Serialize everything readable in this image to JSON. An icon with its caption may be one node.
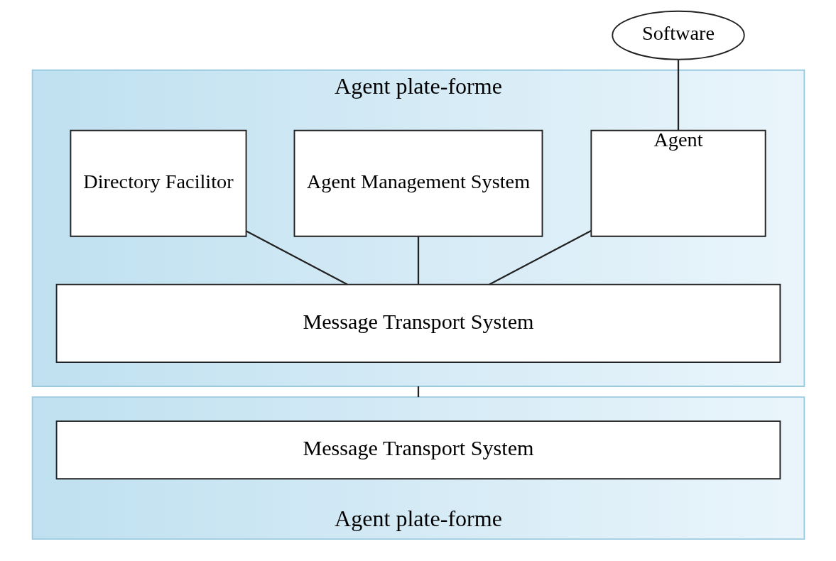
{
  "diagram": {
    "nodes": [
      {
        "text": [
          "Software"
        ]
      },
      {
        "text": [
          "Agent plate-forme"
        ]
      },
      {
        "text": [
          "Agent"
        ],
        "in": 1
      },
      {
        "text": [
          "Agent Management System"
        ],
        "in": 1
      },
      {
        "text": [
          "Directory Facilitor"
        ],
        "in": 1
      },
      {
        "text": [
          "Message Transport System"
        ],
        "in": 1
      },
      {
        "text": [
          "Agent plate-forme"
        ]
      },
      {
        "text": [
          "Message Transport System"
        ],
        "in": 6
      }
    ],
    "edges": [
      {
        "from": 0,
        "to": 2,
        "arrow": "none"
      },
      {
        "from": 2,
        "to": 5,
        "arrow": "none"
      },
      {
        "from": 3,
        "to": 5,
        "arrow": "none"
      },
      {
        "from": 4,
        "to": 5,
        "arrow": "none"
      },
      {
        "from": 1,
        "to": 6,
        "arrow": "none"
      }
    ]
  }
}
